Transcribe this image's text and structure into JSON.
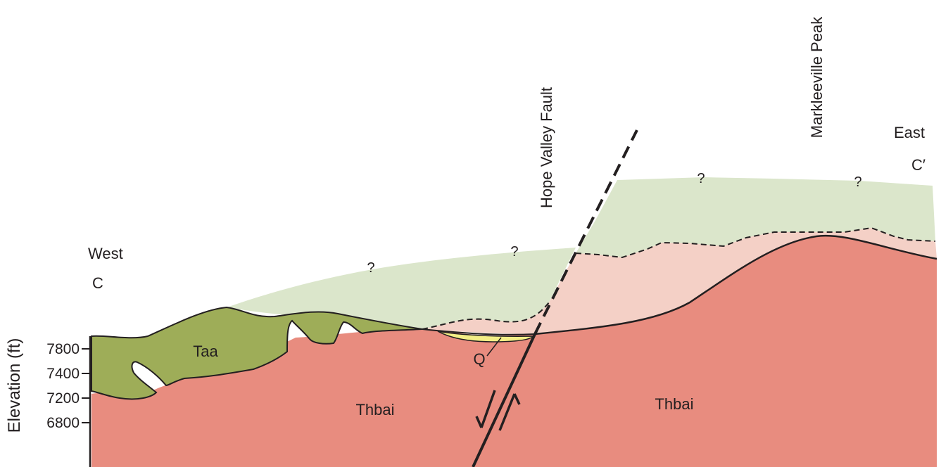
{
  "direction": {
    "west": "West",
    "west_point": "C",
    "east": "East",
    "east_point": "C′"
  },
  "features": {
    "fault": "Hope Valley Fault",
    "peak": "Markleeville Peak"
  },
  "units": {
    "andesite": "Taa",
    "quaternary": "Q",
    "granite_west": "Thbai",
    "granite_east": "Thbai"
  },
  "uncertain_marks": [
    "?",
    "?",
    "?",
    "?"
  ],
  "axis": {
    "label": "Elevation (ft)",
    "ticks": [
      "7800",
      "7400",
      "7200",
      "6800"
    ]
  },
  "colors": {
    "granite": "#e88c7f",
    "granite_eroded": "#f4d0c6",
    "andesite": "#9ead58",
    "andesite_eroded": "#dbe6cb",
    "quaternary": "#f3ee86",
    "line": "#231f20"
  }
}
